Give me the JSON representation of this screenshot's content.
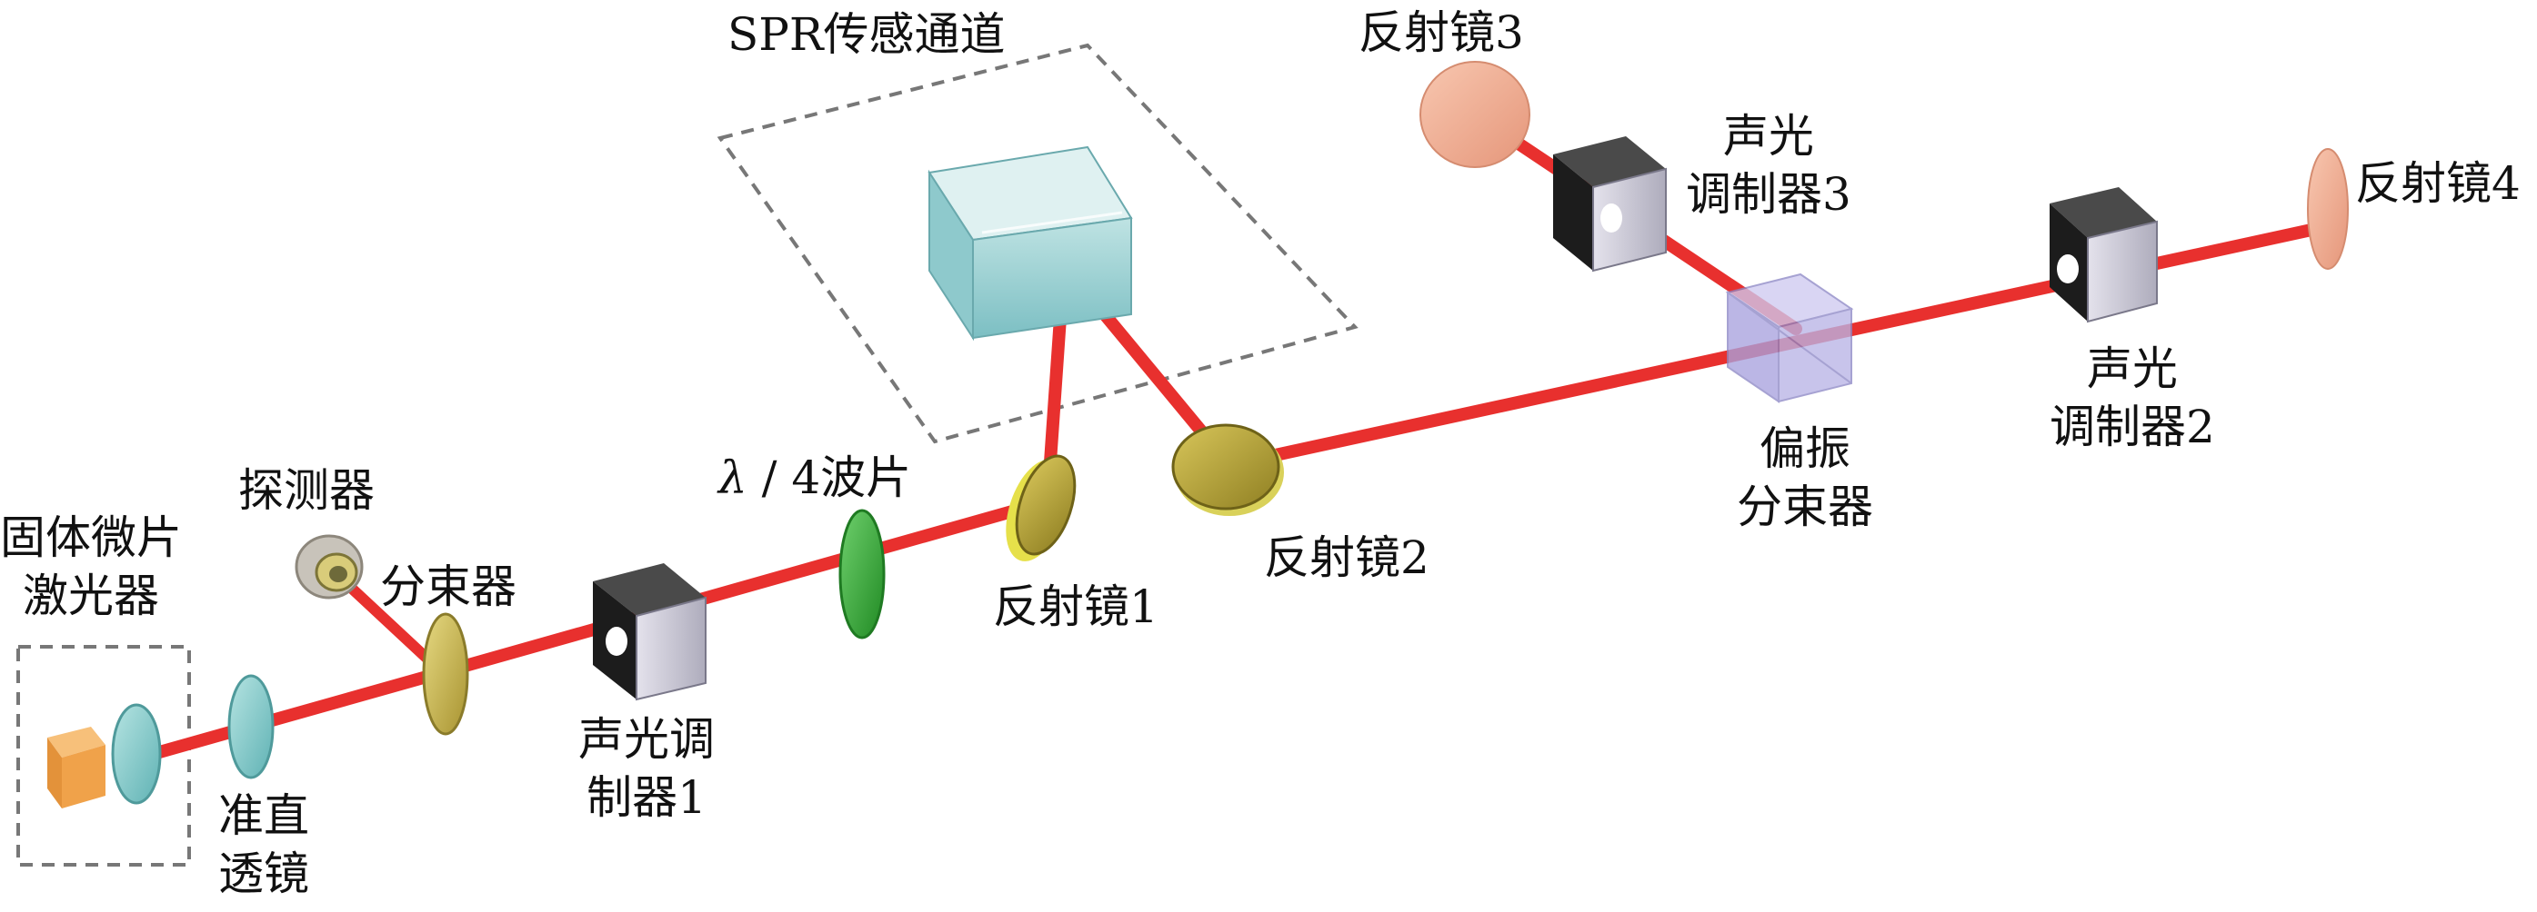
{
  "colors": {
    "beam": "#e8302e",
    "frame_dash": "#777777",
    "laser_cube": "#f0a24a",
    "lens": "#86cccc",
    "beam_splitter": "#c9b84a",
    "detector": "#b9b3a8",
    "aom_dark": "#1c1c1c",
    "aom_light": "#c9c7d3",
    "waveplate": "#39a83a",
    "mirror_gold": "#b7a53a",
    "mirror_pink": "#f0b097",
    "prism": "#9ccfd2",
    "pbs_cube": "#b9b4e6"
  },
  "labels": {
    "laser_line1": "固体微片",
    "laser_line2": "激光器",
    "collimator_line1": "准直",
    "collimator_line2": "透镜",
    "detector": "探测器",
    "beam_splitter": "分束器",
    "aom1_line1": "声光调",
    "aom1_line2": "制器1",
    "waveplate_prefix": "λ",
    "waveplate_rest": " / 4波片",
    "mirror1": "反射镜1",
    "spr_channel": "SPR传感通道",
    "mirror2": "反射镜2",
    "mirror3": "反射镜3",
    "aom3_line1": "声光",
    "aom3_line2": "调制器3",
    "pbs_line1": "偏振",
    "pbs_line2": "分束器",
    "mirror4": "反射镜4",
    "aom2_line1": "声光",
    "aom2_line2": "调制器2"
  }
}
